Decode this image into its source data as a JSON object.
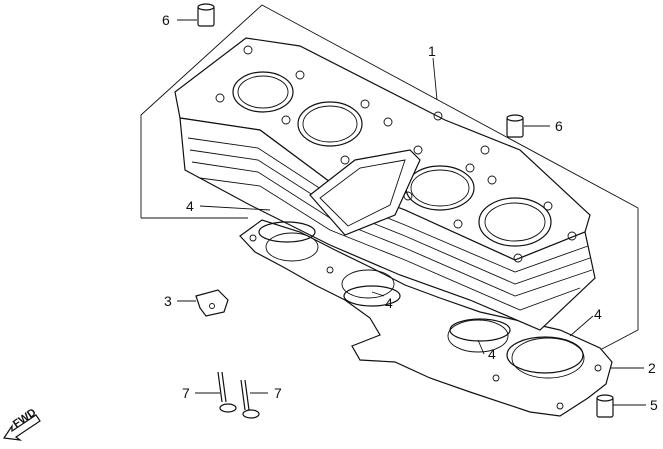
{
  "callouts": [
    {
      "id": "1",
      "text": "1"
    },
    {
      "id": "2",
      "text": "2"
    },
    {
      "id": "3",
      "text": "3"
    },
    {
      "id": "4a",
      "text": "4"
    },
    {
      "id": "4b",
      "text": "4"
    },
    {
      "id": "4c",
      "text": "4"
    },
    {
      "id": "4d",
      "text": "4"
    },
    {
      "id": "5",
      "text": "5"
    },
    {
      "id": "6a",
      "text": "6"
    },
    {
      "id": "6b",
      "text": "6"
    },
    {
      "id": "7a",
      "text": "7"
    },
    {
      "id": "7b",
      "text": "7"
    }
  ],
  "direction_label": "FWD",
  "colors": {
    "ink": "#111111",
    "background": "#ffffff"
  }
}
